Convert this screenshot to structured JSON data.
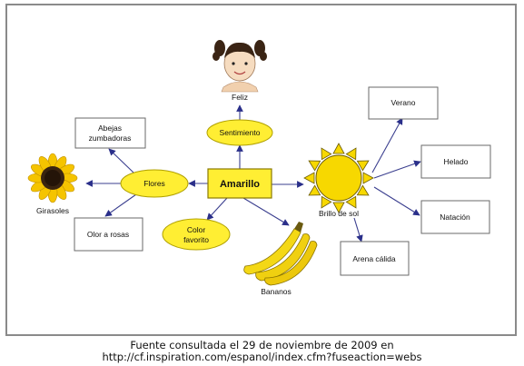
{
  "diagram": {
    "center": "Amarillo",
    "ellipses": {
      "sentimiento": "Sentimiento",
      "flores": "Flores",
      "color_favorito": [
        "Color",
        "favorito"
      ]
    },
    "boxes": {
      "abejas": [
        "Abejas",
        "zumbadoras"
      ],
      "olor_rosas": "Olor a rosas",
      "verano": "Verano",
      "helado": "Helado",
      "natacion": "Natación",
      "arena": "Arena cálida"
    },
    "image_labels": {
      "feliz": "Feliz",
      "girasoles": "Girasoles",
      "brillo": "Brillo de sol",
      "bananos": "Bananos"
    },
    "colors": {
      "node_fill": "#ffee33",
      "edge": "#3b3f8f"
    }
  },
  "caption": {
    "line1": "Fuente consultada el 29 de noviembre de 2009 en",
    "line2": "http://cf.inspiration.com/espanol/index.cfm?fuseaction=webs"
  }
}
